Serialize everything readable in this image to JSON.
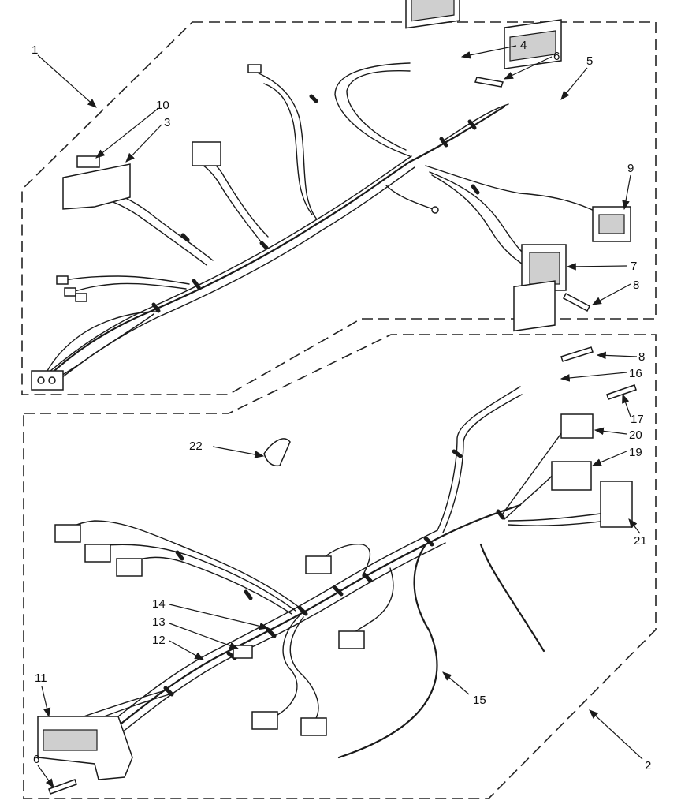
{
  "callouts": {
    "c1": "1",
    "c2": "2",
    "c3": "3",
    "c4": "4",
    "c5": "5",
    "c6a": "6",
    "c6b": "6",
    "c7": "7",
    "c8a": "8",
    "c8b": "8",
    "c9": "9",
    "c10": "10",
    "c11": "11",
    "c12": "12",
    "c13": "13",
    "c14": "14",
    "c15": "15",
    "c16": "16",
    "c17": "17",
    "c19": "19",
    "c20": "20",
    "c21": "21",
    "c22": "22"
  }
}
